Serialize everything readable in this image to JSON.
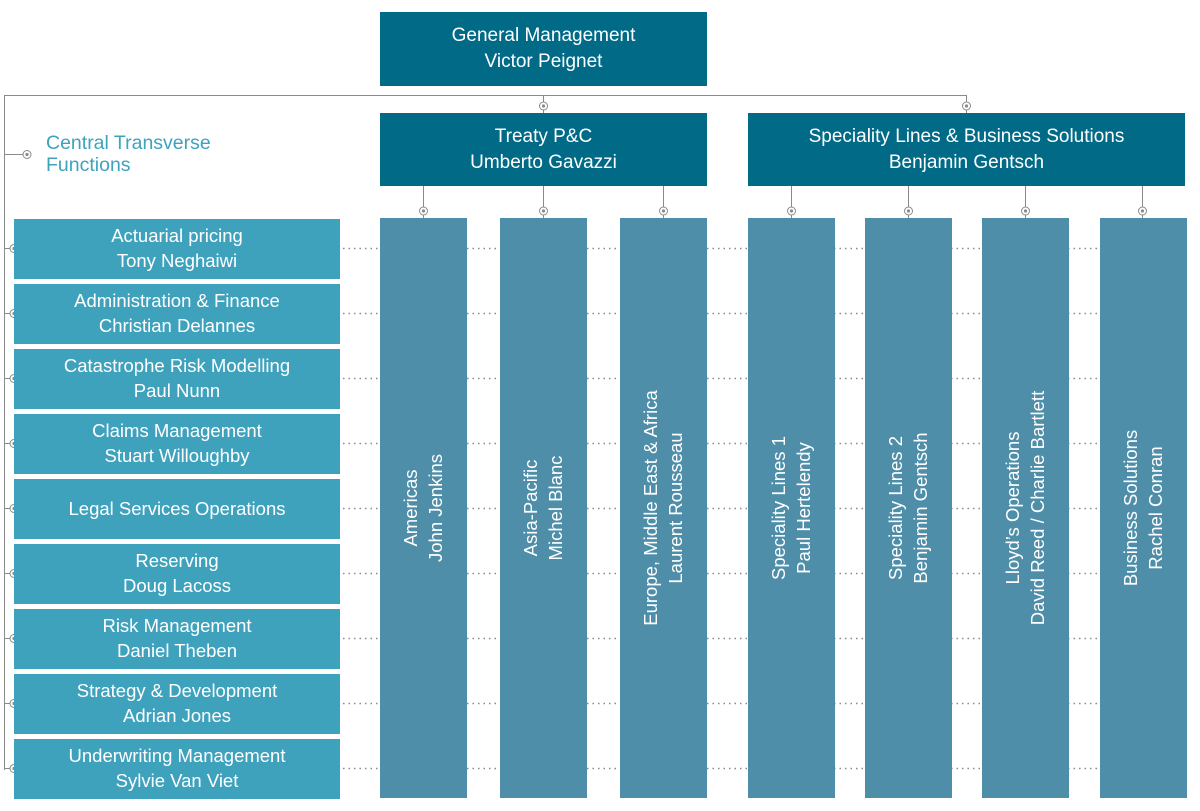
{
  "top": {
    "title": "General Management",
    "name": "Victor Peignet"
  },
  "divisions": [
    {
      "title": "Treaty P&C",
      "name": "Umberto Gavazzi"
    },
    {
      "title": "Speciality Lines & Business Solutions",
      "name": "Benjamin Gentsch"
    }
  ],
  "central": {
    "title_line1": "Central Transverse",
    "title_line2": "Functions",
    "items": [
      {
        "title": "Actuarial pricing",
        "name": "Tony Neghaiwi"
      },
      {
        "title": "Administration & Finance",
        "name": "Christian Delannes"
      },
      {
        "title": "Catastrophe Risk Modelling",
        "name": "Paul Nunn"
      },
      {
        "title": "Claims Management",
        "name": "Stuart Willoughby"
      },
      {
        "title": "Legal Services Operations",
        "name": ""
      },
      {
        "title": "Reserving",
        "name": "Doug Lacoss"
      },
      {
        "title": "Risk Management",
        "name": "Daniel Theben"
      },
      {
        "title": "Strategy & Development",
        "name": "Adrian Jones"
      },
      {
        "title": "Underwriting Management",
        "name": "Sylvie Van Viet"
      }
    ]
  },
  "units": [
    {
      "title": "Americas",
      "name": "John Jenkins"
    },
    {
      "title": "Asia-Pacific",
      "name": "Michel Blanc"
    },
    {
      "title": "Europe, Middle East & Africa",
      "name": "Laurent Rousseau"
    },
    {
      "title": "Speciality Lines 1",
      "name": "Paul Hertelendy"
    },
    {
      "title": "Speciality Lines 2",
      "name": "Benjamin Gentsch"
    },
    {
      "title": "Lloyd’s Operations",
      "name": "David Reed / Charlie Bartlett"
    },
    {
      "title": "Business Solutions",
      "name": "Rachel Conran"
    }
  ],
  "colors": {
    "dark_box": "#006a87",
    "function_box": "#3fa2bd",
    "unit_column": "#4f8ea9",
    "connector": "#8a8a8a",
    "side_title": "#3fa2bd"
  }
}
